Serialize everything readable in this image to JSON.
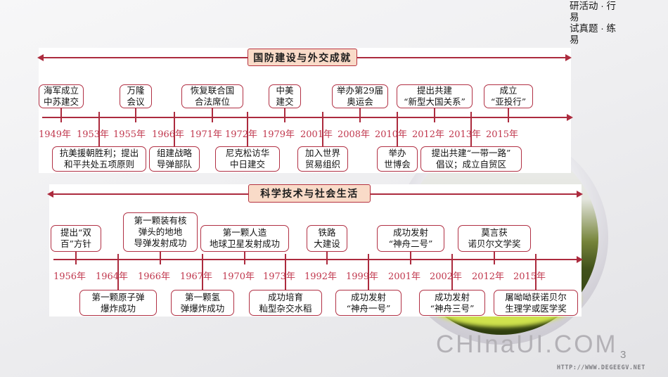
{
  "page": {
    "top_right_text": "研活动 · 行\n易\n试真题 · 练\n易",
    "watermark": "CHInaUI.COM",
    "page_number": "3",
    "bottom_url": "HTTP://WWW.DEGEEGV.NET"
  },
  "colors": {
    "line_red": "#ac2b3e",
    "year_red": "#c0374d",
    "title_fill": "#f9dbc8",
    "sphere_green": "#41511a",
    "sphere_glow": "#cfe24d"
  },
  "timelines": [
    {
      "title": "国防建设与外交成就",
      "years": [
        "1949年",
        "1953年",
        "1955年",
        "1966年",
        "1971年",
        "1972年",
        "1979年",
        "2001年",
        "2008年",
        "2010年",
        "2012年",
        "2013年",
        "2015年"
      ],
      "events_above": [
        {
          "year": "1949年",
          "label": "海军成立\n中苏建交"
        },
        {
          "year": "1955年",
          "label": "万隆\n会议"
        },
        {
          "year": "1971年",
          "label": "恢复联合国\n合法席位"
        },
        {
          "year": "1979年",
          "label": "中美\n建交"
        },
        {
          "year": "2008年",
          "label": "举办第29届\n奥运会"
        },
        {
          "year": "2012年",
          "label": "提出共建\n“新型大国关系”"
        },
        {
          "year": "2015年",
          "label": "成立\n“亚投行”"
        }
      ],
      "events_below": [
        {
          "year": "1953年",
          "label": "抗美援朝胜利；提出\n和平共处五项原则"
        },
        {
          "year": "1966年",
          "label": "组建战略\n导弹部队"
        },
        {
          "year": "1972年",
          "label": "尼克松访华\n中日建交"
        },
        {
          "year": "2001年",
          "label": "加入世界\n贸易组织"
        },
        {
          "year": "2010年",
          "label": "举办\n世博会"
        },
        {
          "year": "2013年",
          "label": "提出共建“一带一路”\n倡议；成立自贸区"
        }
      ]
    },
    {
      "title": "科学技术与社会生活",
      "years": [
        "1956年",
        "1964年",
        "1966年",
        "1967年",
        "1970年",
        "1973年",
        "1992年",
        "1999年",
        "2001年",
        "2002年",
        "2012年",
        "2015年"
      ],
      "events_above": [
        {
          "year": "1956年",
          "label": "提出“双\n百”方针"
        },
        {
          "year": "1966年",
          "label": "第一颗装有核\n弹头的地地\n导弹发射成功"
        },
        {
          "year": "1970年",
          "label": "第一颗人造\n地球卫星发射成功"
        },
        {
          "year": "1992年",
          "label": "铁路\n大建设"
        },
        {
          "year": "2001年",
          "label": "成功发射\n“神舟二号”"
        },
        {
          "year": "2012年",
          "label": "莫言获\n诺贝尔文学奖"
        }
      ],
      "events_below": [
        {
          "year": "1964年",
          "label": "第一颗原子弹\n爆炸成功"
        },
        {
          "year": "1967年",
          "label": "第一颗氢\n弹爆炸成功"
        },
        {
          "year": "1973年",
          "label": "成功培育\n籼型杂交水稻"
        },
        {
          "year": "1999年",
          "label": "成功发射\n“神舟一号”"
        },
        {
          "year": "2002年",
          "label": "成功发射\n“神舟三号”"
        },
        {
          "year": "2015年",
          "label": "屠呦呦获诺贝尔\n生理学或医学奖"
        }
      ]
    }
  ]
}
